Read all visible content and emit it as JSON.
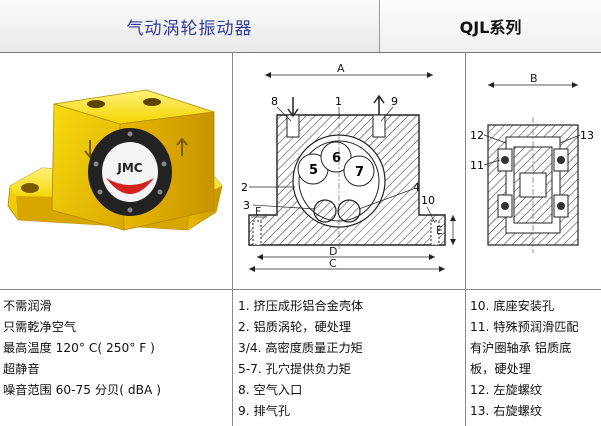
{
  "header": {
    "title": "气动涡轮振动器",
    "series": "QJL系列"
  },
  "photo": {
    "logo": "JMC"
  },
  "diagram": {
    "labels": {
      "A": "A",
      "B": "B",
      "C": "C",
      "D": "D",
      "E": "E",
      "F": "F",
      "n1": "1",
      "n2": "2",
      "n3": "3",
      "n4": "4",
      "n5": "5",
      "n6": "6",
      "n7": "7",
      "n8": "8",
      "n9": "9",
      "n10": "10",
      "n11": "11",
      "n12": "12",
      "n13": "13"
    }
  },
  "features": [
    "不需润滑",
    "只需乾净空气",
    "最高温度 120° C( 250° F )",
    "超静音",
    "噪音范围 60-75 分贝( dBA )"
  ],
  "parts_middle": [
    "1. 挤压成形铝合金壳体",
    "2. 铝质涡轮，硬处理",
    "3/4. 高密度质量正力矩",
    "5-7. 孔穴提供负力矩",
    "8. 空气入口",
    "9. 排气孔"
  ],
  "parts_right": [
    "10. 底座安装孔",
    "11. 特殊预润滑匹配",
    "有沪圈轴承 铝质底",
    "板，硬处理",
    "12. 左旋螺纹",
    "13. 右旋螺纹"
  ]
}
